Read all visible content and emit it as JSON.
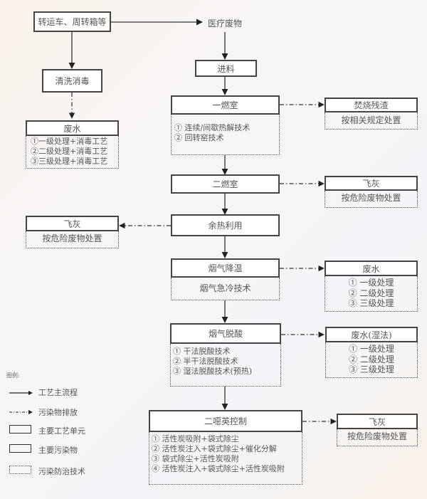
{
  "diagram": {
    "source": {
      "label": "转运车、周转箱等"
    },
    "medical_waste": {
      "label": "医疗废物"
    },
    "cleaning": {
      "label": "清洗消毒"
    },
    "cleaning_wastewater": {
      "title": "废水",
      "items": [
        "①一级处理+消毒工艺",
        "②二级处理+消毒工艺",
        "③三级处理+消毒工艺"
      ]
    },
    "feeding": {
      "label": "进料"
    },
    "primary_chamber": {
      "title": "一燃室",
      "items": [
        "① 连续/间歇热解技术",
        "② 回转窑技术"
      ]
    },
    "residue": {
      "title": "焚烧残渣",
      "items": [
        "按相关规定处置"
      ]
    },
    "secondary_chamber": {
      "title": "二燃室"
    },
    "fly_ash_1": {
      "title": "飞灰",
      "items": [
        "按危险废物处置"
      ]
    },
    "heat_recovery": {
      "title": "余热利用"
    },
    "fly_ash_2": {
      "title": "飞灰",
      "items": [
        "按危险废物处置"
      ]
    },
    "gas_cooling": {
      "title": "烟气降温",
      "items": [
        "烟气急冷技术"
      ]
    },
    "cooling_wastewater": {
      "title": "废水",
      "items": [
        "① 一级处理",
        "② 二级处理",
        "③ 三级处理"
      ]
    },
    "deacidification": {
      "title": "烟气脱酸",
      "items": [
        "① 干法脱酸技术",
        "② 半干法脱酸技术",
        "③ 湿法脱酸技术(预热)"
      ]
    },
    "deacid_wastewater": {
      "title": "废水(湿法)",
      "items": [
        "① 一级处理",
        "② 二级处理",
        "③ 三级处理"
      ]
    },
    "dioxin": {
      "title": "二噁英控制",
      "items": [
        "① 活性炭吸附+袋式除尘",
        "② 活性炭注入+袋式除尘+催化分解",
        "③ 袋式除尘+活性炭吸附",
        "④ 活性炭注入+袋式除尘+活性炭吸附"
      ]
    },
    "fly_ash_3": {
      "title": "飞灰",
      "items": [
        "按危险废物处置"
      ]
    }
  },
  "legend": {
    "title": "图例:",
    "items": [
      {
        "type": "solid-arrow",
        "label": "工艺主流程"
      },
      {
        "type": "dashdot-arrow",
        "label": "污染物排放"
      },
      {
        "type": "process-box",
        "label": "主要工艺单元"
      },
      {
        "type": "pollutant-box",
        "label": "主要污染物"
      },
      {
        "type": "dotted-box",
        "label": "污染防治技术"
      }
    ]
  }
}
